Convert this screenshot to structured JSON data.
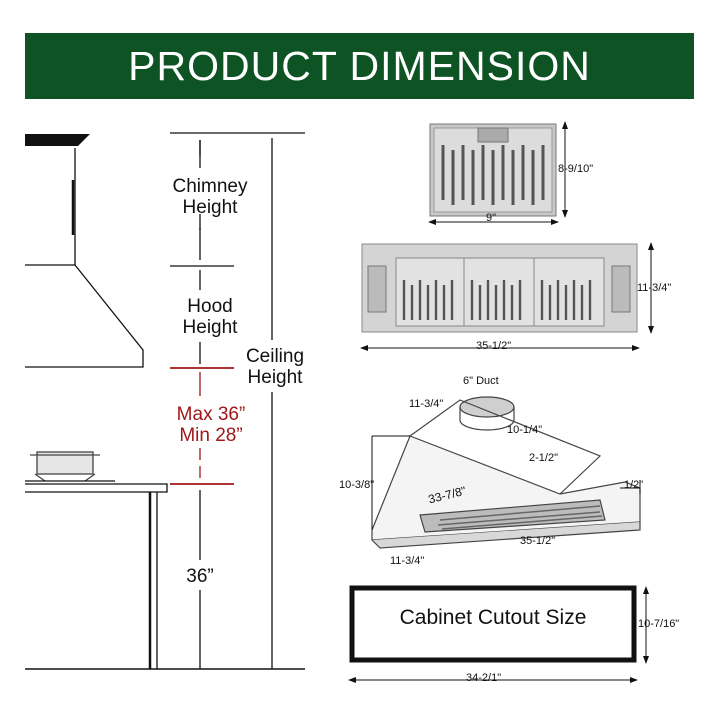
{
  "banner": {
    "title": "PRODUCT DIMENSION",
    "color": "#0d5323"
  },
  "side_view": {
    "chimney_height": [
      "Chimney",
      "Height"
    ],
    "hood_height": [
      "Hood",
      "Height"
    ],
    "ceiling_height": [
      "Ceiling",
      "Height"
    ],
    "clearance_max": "Max 36”",
    "clearance_min": "Min 28”",
    "counter_height": "36”",
    "accent_color": "#a01818"
  },
  "filter": {
    "width": "9\"",
    "height": "8-9/10\""
  },
  "front_view": {
    "width": "35-1/2\"",
    "height": "11-3/4\""
  },
  "iso_view": {
    "duct": "6\" Duct",
    "top_depth": "11-3/4\"",
    "top_width": "10-1/4\"",
    "step": "2-1/2\"",
    "body_height": "10-3/8\"",
    "diagonal": "33-7/8\"",
    "lip": "1/2\"",
    "bottom_depth": "11-3/4\"",
    "bottom_width": "35-1/2\""
  },
  "cutout": {
    "label": "Cabinet Cutout Size",
    "width": "34-2/1\"",
    "height": "10-7/16\""
  }
}
